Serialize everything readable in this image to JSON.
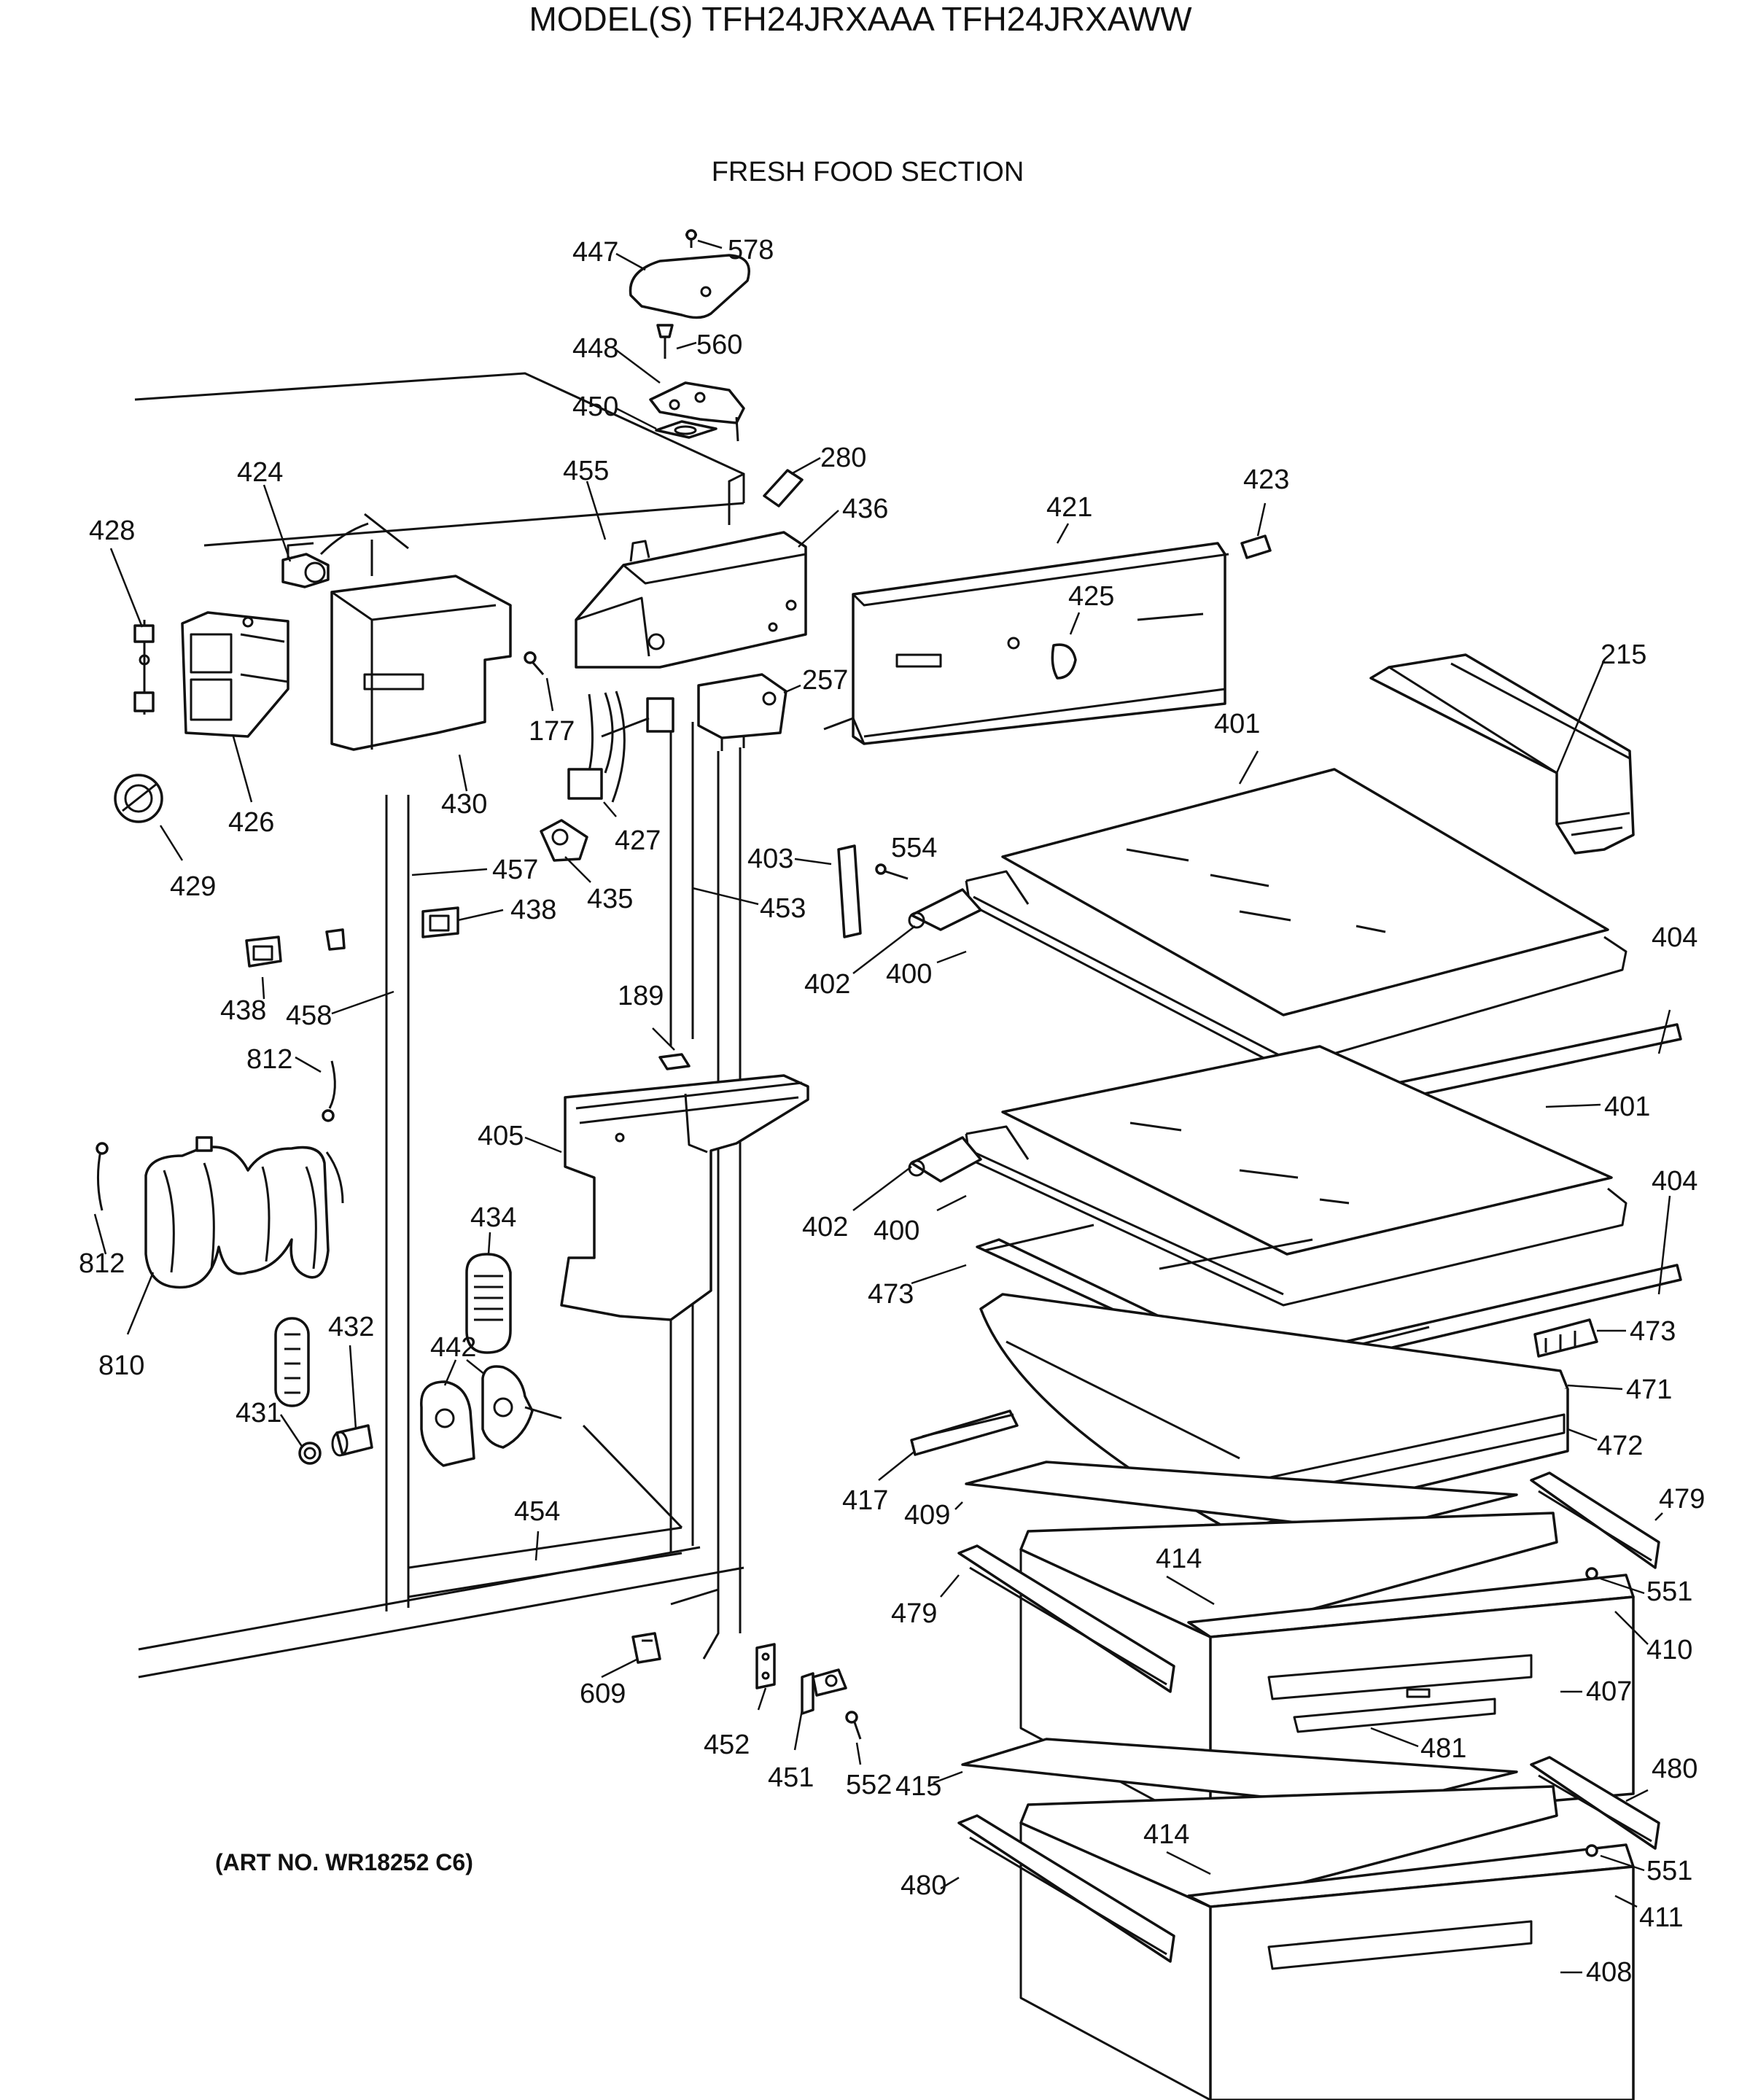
{
  "title": "MODEL(S) TFH24JRXAAA  TFH24JRXAWW",
  "subtitle": "FRESH FOOD SECTION",
  "art_no": "(ART NO. WR18252 C6)",
  "labels": {
    "p447": "447",
    "p578": "578",
    "p448": "448",
    "p560": "560",
    "p450": "450",
    "p280": "280",
    "p455": "455",
    "p436": "436",
    "p421": "421",
    "p423": "423",
    "p425": "425",
    "p424": "424",
    "p428": "428",
    "p257": "257",
    "p215": "215",
    "p401a": "401",
    "p177": "177",
    "p426": "426",
    "p430": "430",
    "p427": "427",
    "p429": "429",
    "p457": "457",
    "p403": "403",
    "p554": "554",
    "p438a": "438",
    "p435": "435",
    "p453": "453",
    "p404a": "404",
    "p402a": "402",
    "p400a": "400",
    "p438b": "438",
    "p458": "458",
    "p189": "189",
    "p812a": "812",
    "p405": "405",
    "p401b": "401",
    "p404b": "404",
    "p434": "434",
    "p812b": "812",
    "p402b": "402",
    "p400b": "400",
    "p473a": "473",
    "p473b": "473",
    "p810": "810",
    "p432": "432",
    "p442": "442",
    "p471": "471",
    "p431": "431",
    "p472": "472",
    "p417": "417",
    "p454": "454",
    "p409": "409",
    "p479a": "479",
    "p414a": "414",
    "p551a": "551",
    "p479b": "479",
    "p410": "410",
    "p609": "609",
    "p407": "407",
    "p481": "481",
    "p452": "452",
    "p451": "451",
    "p552": "552",
    "p415": "415",
    "p480a": "480",
    "p414b": "414",
    "p551b": "551",
    "p480b": "480",
    "p411": "411",
    "p408": "408"
  }
}
